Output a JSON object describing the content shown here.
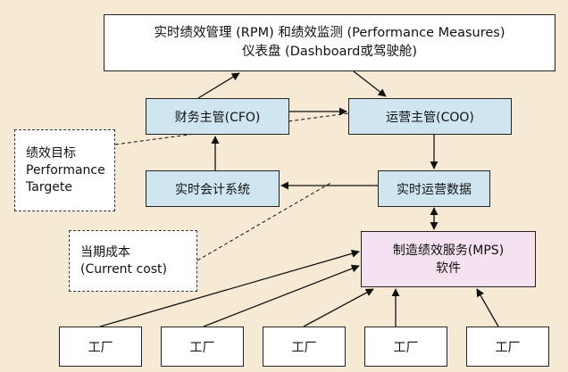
{
  "rpm_box": {
    "line1": "实时绩效管理 (RPM) 和绩效监测 (Performance  Measures)",
    "line2": "仪表盘 (Dashboard或驾驶舱)"
  },
  "cfo_box": "财务主管(CFO)",
  "coo_box": "运营主管(COO)",
  "realtime_accounting_box": "实时会计系统",
  "realtime_ops_data_box": "实时运营数据",
  "mps_box": {
    "line1": "制造绩效服务(MPS)",
    "line2": "软件"
  },
  "targets_note": {
    "line1": "绩效目标",
    "line2": "Performance",
    "line3": "Targete"
  },
  "cost_note": {
    "line1": "当期成本",
    "line2": "(Current cost)"
  },
  "factories": [
    "工厂",
    "工厂",
    "工厂",
    "工厂",
    "工厂"
  ],
  "colors": {
    "background": "#f6ead5",
    "blue_box": "#cfe6f1",
    "pink_box": "#f4e2f0"
  }
}
